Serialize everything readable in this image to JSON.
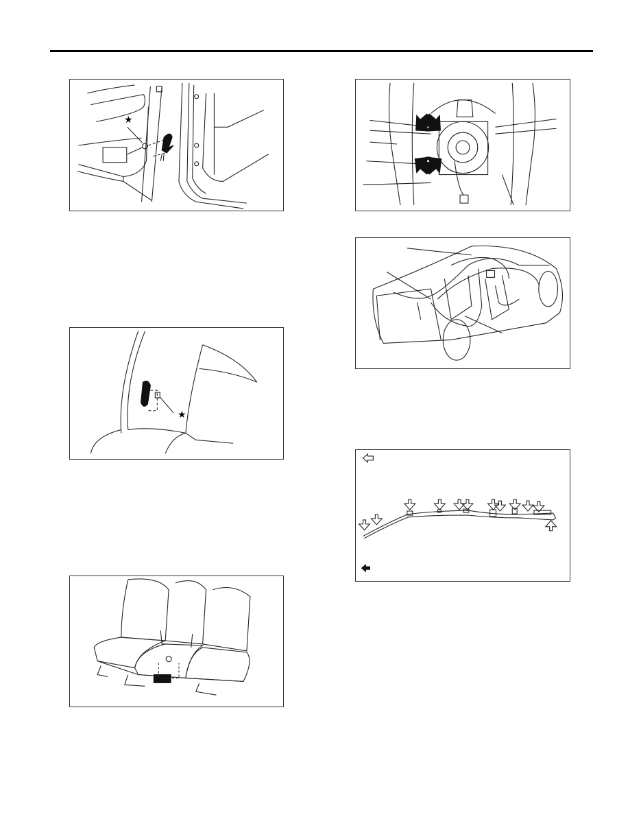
{
  "page": {
    "figures": [
      {
        "id": "fig-1",
        "marker": "★"
      },
      {
        "id": "fig-2"
      },
      {
        "id": "fig-3",
        "marker": "★"
      },
      {
        "id": "fig-4"
      },
      {
        "id": "fig-5"
      },
      {
        "id": "fig-6"
      }
    ]
  }
}
